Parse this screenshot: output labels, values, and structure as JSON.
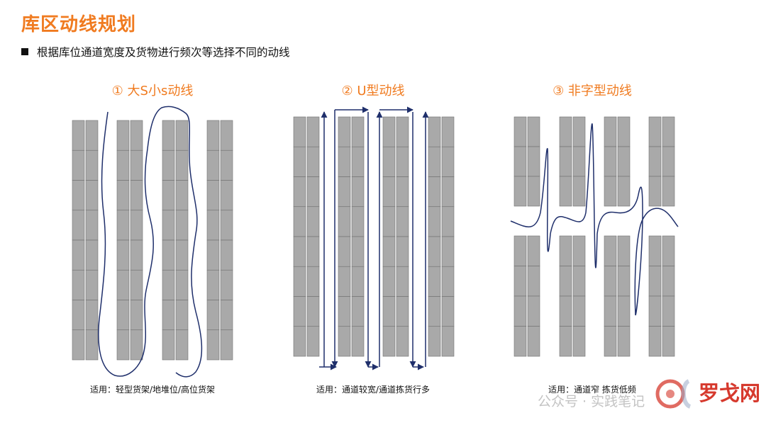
{
  "page_title": "库区动线规划",
  "bullet": "根据库位通道宽度及货物进行频次等选择不同的动线",
  "panels": [
    {
      "title": "① 大S小s动线",
      "caption": "适用：轻型货架/地堆位/高位货架"
    },
    {
      "title": "② U型动线",
      "caption": "适用：通道较宽/通道拣货行多"
    },
    {
      "title": "③ 非字型动线",
      "caption": "适用：通道窄 拣货低频"
    }
  ],
  "watermark": {
    "text": "公众号 · 实践笔记",
    "logo_text": "罗戈网"
  },
  "colors": {
    "accent": "#f07b20",
    "rack": "#a9a9a9",
    "rack_border": "#707070",
    "path": "#1f2f6b",
    "logo": "#d6392d"
  }
}
